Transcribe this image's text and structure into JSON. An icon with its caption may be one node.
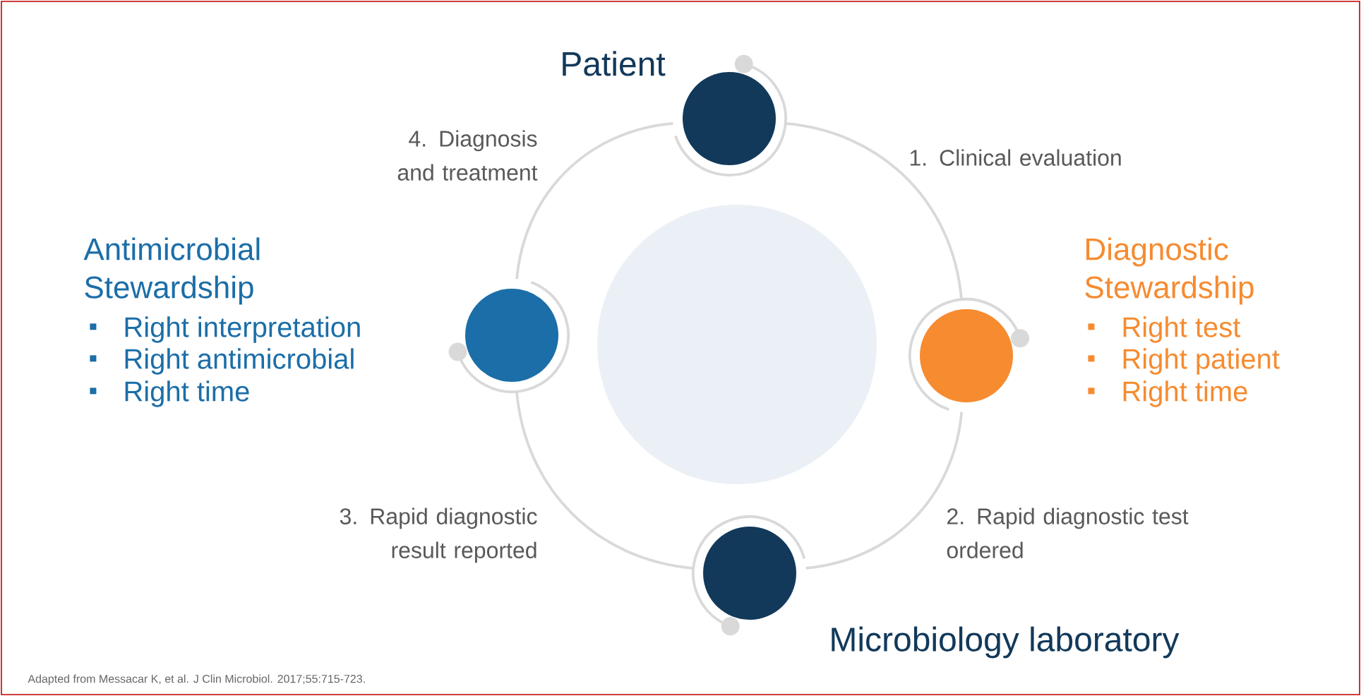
{
  "diagram": {
    "caption": "Adapted from Messacar K, et al. J Clin Microbiol. 2017;55:715-723.",
    "nodes": [
      {
        "text": [],
        "shape": "circle",
        "beside": [
          "Patient"
        ]
      },
      {
        "text": [],
        "shape": "circle",
        "beside": [
          "Antimicrobial Stewardship",
          "Right interpretation",
          "Right antimicrobial",
          "Right time"
        ]
      },
      {
        "text": [],
        "shape": "circle"
      },
      {
        "text": [],
        "shape": "circle",
        "beside": [
          "Diagnostic Stewardship",
          "Right test",
          "Right patient",
          "Right time"
        ]
      },
      {
        "text": [],
        "shape": "circle",
        "beside": [
          "Microbiology laboratory"
        ]
      }
    ],
    "edges": [
      {
        "from": 0,
        "to": 3,
        "arrow": "none",
        "label": "1. Clinical evaluation"
      },
      {
        "from": 3,
        "to": 4,
        "arrow": "none",
        "label": "2. Rapid diagnostic test ordered"
      },
      {
        "from": 4,
        "to": 1,
        "arrow": "none",
        "label": "3. Rapid diagnostic result reported"
      },
      {
        "from": 1,
        "to": 0,
        "arrow": "none",
        "label": "4. Diagnosis and treatment"
      }
    ]
  }
}
